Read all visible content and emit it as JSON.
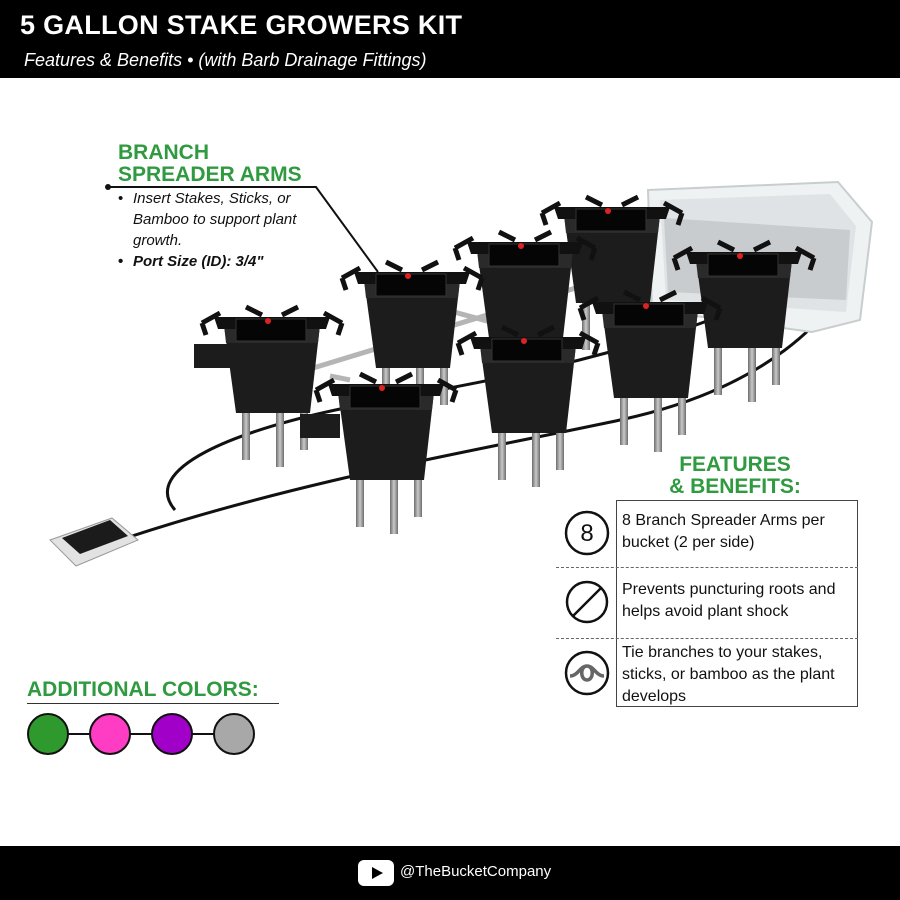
{
  "header": {
    "title": "5 GALLON STAKE GROWERS KIT",
    "subtitle": "Features & Benefits  •  (with Barb Drainage Fittings)"
  },
  "callout": {
    "title_line1": "BRANCH",
    "title_line2": "SPREADER ARMS",
    "bullets": [
      "Insert Stakes, Sticks, or Bamboo to support plant growth.",
      "Port Size (ID): 3/4\""
    ]
  },
  "features": {
    "title_line1": "FEATURES",
    "title_line2": "& BENEFITS:",
    "rows": [
      {
        "icon": "number-8-icon",
        "icon_text": "8",
        "text": "8 Branch Spreader Arms per bucket (2 per side)"
      },
      {
        "icon": "no-symbol-icon",
        "text": "Prevents puncturing roots and helps avoid plant shock"
      },
      {
        "icon": "knot-icon",
        "text": "Tie branches to your stakes, sticks, or bamboo as the plant develops"
      }
    ]
  },
  "additional_colors": {
    "title": "ADDITIONAL COLORS:",
    "swatches": [
      "#2e9a2e",
      "#ff3cc4",
      "#a000c8",
      "#a8a8a8"
    ]
  },
  "footer": {
    "handle": "@TheBucketCompany"
  },
  "colors": {
    "accent_green": "#2f9a3f",
    "bucket": "#1e1e1e"
  }
}
